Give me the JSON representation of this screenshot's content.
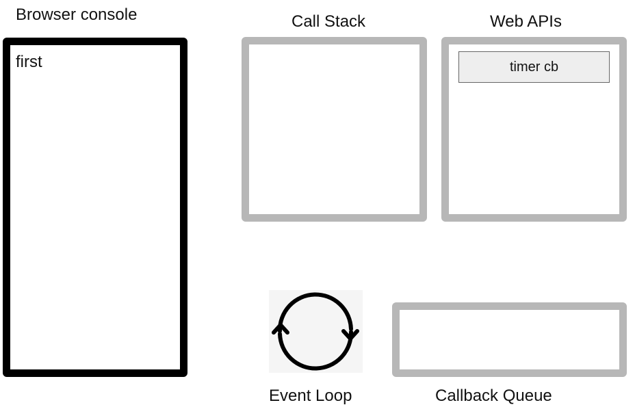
{
  "labels": {
    "browser_console": "Browser console",
    "call_stack": "Call Stack",
    "web_apis": "Web APIs",
    "event_loop": "Event Loop",
    "callback_queue": "Callback Queue"
  },
  "console": {
    "lines": [
      "first"
    ]
  },
  "web_apis": {
    "items": [
      "timer cb"
    ]
  },
  "call_stack": {
    "items": []
  },
  "callback_queue": {
    "items": []
  },
  "icons": {
    "event_loop": "cycle-arrows-icon"
  },
  "colors": {
    "console_border": "#000000",
    "panel_border": "#b7b7b7",
    "item_fill": "#eeeeee",
    "item_border": "#666666"
  }
}
